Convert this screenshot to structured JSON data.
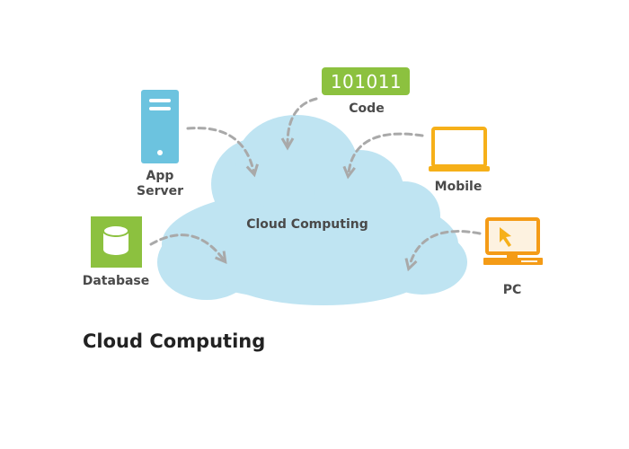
{
  "diagram": {
    "center_label": "Cloud Computing",
    "caption": "Cloud Computing",
    "code_value": "101011",
    "nodes": {
      "app_server": {
        "line1": "App",
        "line2": "Server"
      },
      "code": {
        "label": "Code"
      },
      "mobile": {
        "label": "Mobile"
      },
      "database": {
        "label": "Database"
      },
      "pc": {
        "label": "PC"
      }
    },
    "colors": {
      "cloud": "#bfe4f2",
      "arrow": "#a9a9a9",
      "app_server": "#6cc3df",
      "code": "#8cc13f",
      "mobile": "#f6b019",
      "database": "#8cc13f",
      "pc": "#f49b16",
      "label": "#4a4a4a",
      "caption": "#222222"
    }
  }
}
